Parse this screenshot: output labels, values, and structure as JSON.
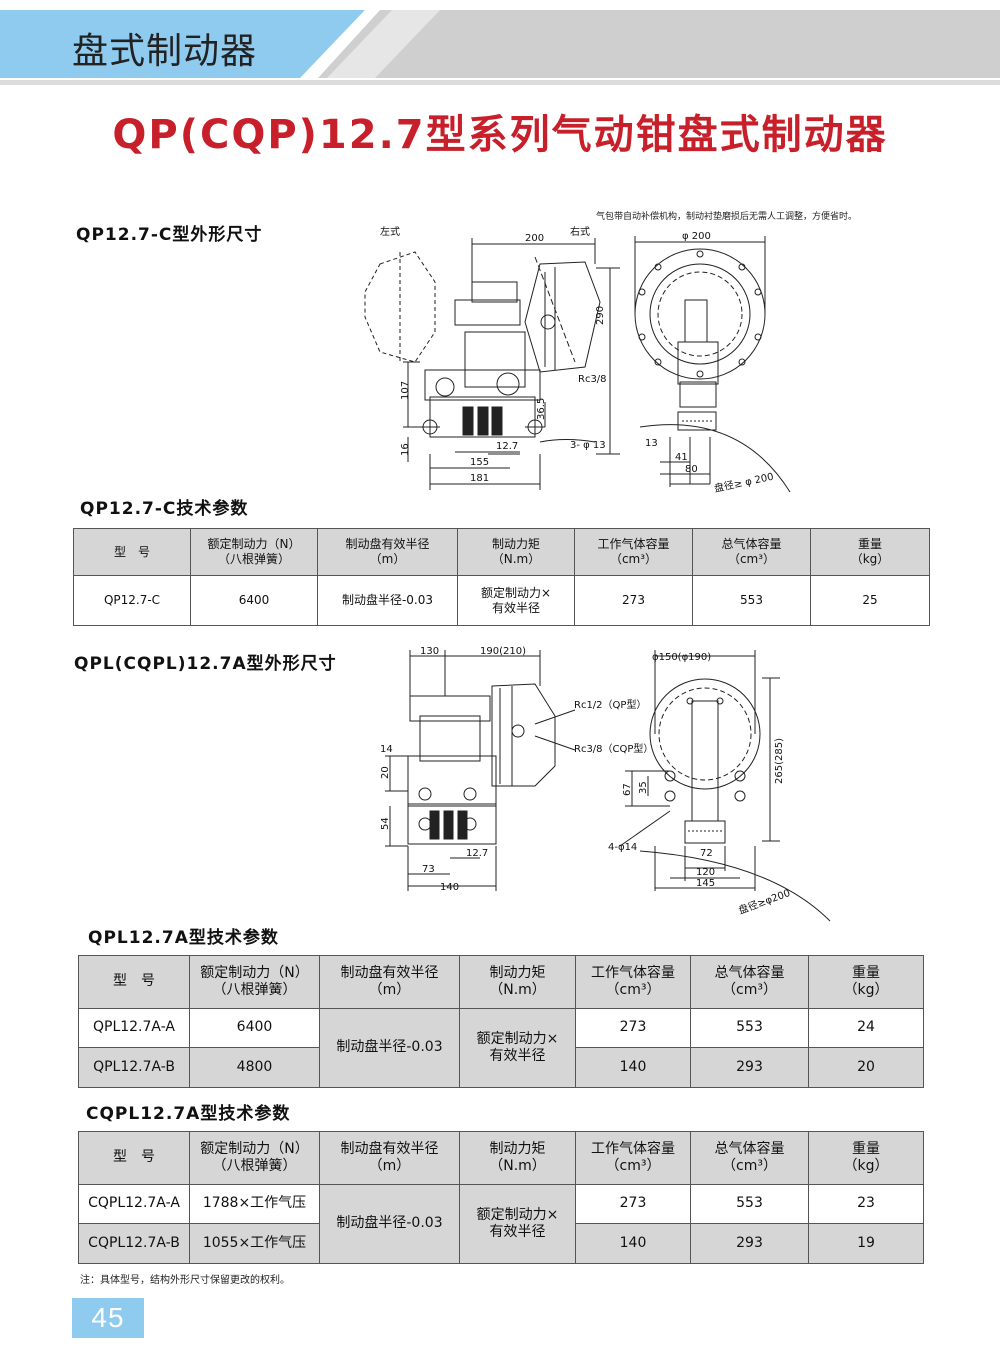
{
  "header": {
    "section_title": "盘式制动器",
    "colors": {
      "band_blue": "#8fcbee",
      "band_gray": "#c8c8c8",
      "title_red": "#c8202a"
    }
  },
  "main_title": "QP(CQP)12.7型系列气动钳盘式制动器",
  "qp_c": {
    "dim_title": "QP12.7-C型外形尺寸",
    "note": "气包带自动补偿机构，制动衬垫磨损后无需人工调整，方便省时。",
    "drawing_labels": {
      "left_style": "左式",
      "right_style": "右式",
      "d200": "200",
      "d290": "290",
      "rc38": "Rc3/8",
      "d107": "107",
      "d365": "36.5",
      "d127": "12.7",
      "d16": "16",
      "d155": "155",
      "d181": "181",
      "holes": "3- φ 13",
      "phi200": "φ 200",
      "d13": "13",
      "d41": "41",
      "d80": "80",
      "disc": "盘径≥ φ 200"
    },
    "spec_title": "QP12.7-C技术参数",
    "table": {
      "headers": [
        [
          "型　号",
          ""
        ],
        [
          "额定制动力（N）",
          "（八根弹簧）"
        ],
        [
          "制动盘有效半径",
          "（m）"
        ],
        [
          "制动力矩",
          "（N.m）"
        ],
        [
          "工作气体容量",
          "（cm³）"
        ],
        [
          "总气体容量",
          "（cm³）"
        ],
        [
          "重量",
          "（kg）"
        ]
      ],
      "row": {
        "model": "QP12.7-C",
        "force": "6400",
        "radius": "制动盘半径-0.03",
        "torque_1": "额定制动力×",
        "torque_2": "有效半径",
        "work_vol": "273",
        "total_vol": "553",
        "weight": "25"
      }
    }
  },
  "qpl": {
    "dim_title": "QPL(CQPL)12.7A型外形尺寸",
    "drawing_labels": {
      "d130": "130",
      "d190": "190(210)",
      "rc12": "Rc1/2（QP型）",
      "rc38": "Rc3/8（CQP型）",
      "d14": "14",
      "d20": "20",
      "d54": "54",
      "d127": "12.7",
      "d73": "73",
      "d140": "140",
      "phi150": "φ150(φ190)",
      "d265": "265(285)",
      "d67": "67",
      "d35": "35",
      "holes": "4-φ14",
      "d72": "72",
      "d120": "120",
      "d145": "145",
      "disc": "盘径≥φ200"
    }
  },
  "qpl_spec": {
    "title": "QPL12.7A型技术参数",
    "headers": [
      [
        "型　号",
        ""
      ],
      [
        "额定制动力（N）",
        "（八根弹簧）"
      ],
      [
        "制动盘有效半径",
        "（m）"
      ],
      [
        "制动力矩",
        "（N.m）"
      ],
      [
        "工作气体容量",
        "（cm³）"
      ],
      [
        "总气体容量",
        "（cm³）"
      ],
      [
        "重量",
        "（kg）"
      ]
    ],
    "radius": "制动盘半径-0.03",
    "torque_1": "额定制动力×",
    "torque_2": "有效半径",
    "rows": [
      {
        "model": "QPL12.7A-A",
        "force": "6400",
        "work_vol": "273",
        "total_vol": "553",
        "weight": "24"
      },
      {
        "model": "QPL12.7A-B",
        "force": "4800",
        "work_vol": "140",
        "total_vol": "293",
        "weight": "20"
      }
    ]
  },
  "cqpl_spec": {
    "title": "CQPL12.7A型技术参数",
    "headers": [
      [
        "型　号",
        ""
      ],
      [
        "额定制动力（N）",
        "（八根弹簧）"
      ],
      [
        "制动盘有效半径",
        "（m）"
      ],
      [
        "制动力矩",
        "（N.m）"
      ],
      [
        "工作气体容量",
        "（cm³）"
      ],
      [
        "总气体容量",
        "（cm³）"
      ],
      [
        "重量",
        "（kg）"
      ]
    ],
    "radius": "制动盘半径-0.03",
    "torque_1": "额定制动力×",
    "torque_2": "有效半径",
    "rows": [
      {
        "model": "CQPL12.7A-A",
        "force": "1788×工作气压",
        "work_vol": "273",
        "total_vol": "553",
        "weight": "23"
      },
      {
        "model": "CQPL12.7A-B",
        "force": "1055×工作气压",
        "work_vol": "140",
        "total_vol": "293",
        "weight": "19"
      }
    ]
  },
  "footnote": "注：具体型号，结构外形尺寸保留更改的权利。",
  "page_number": "45"
}
